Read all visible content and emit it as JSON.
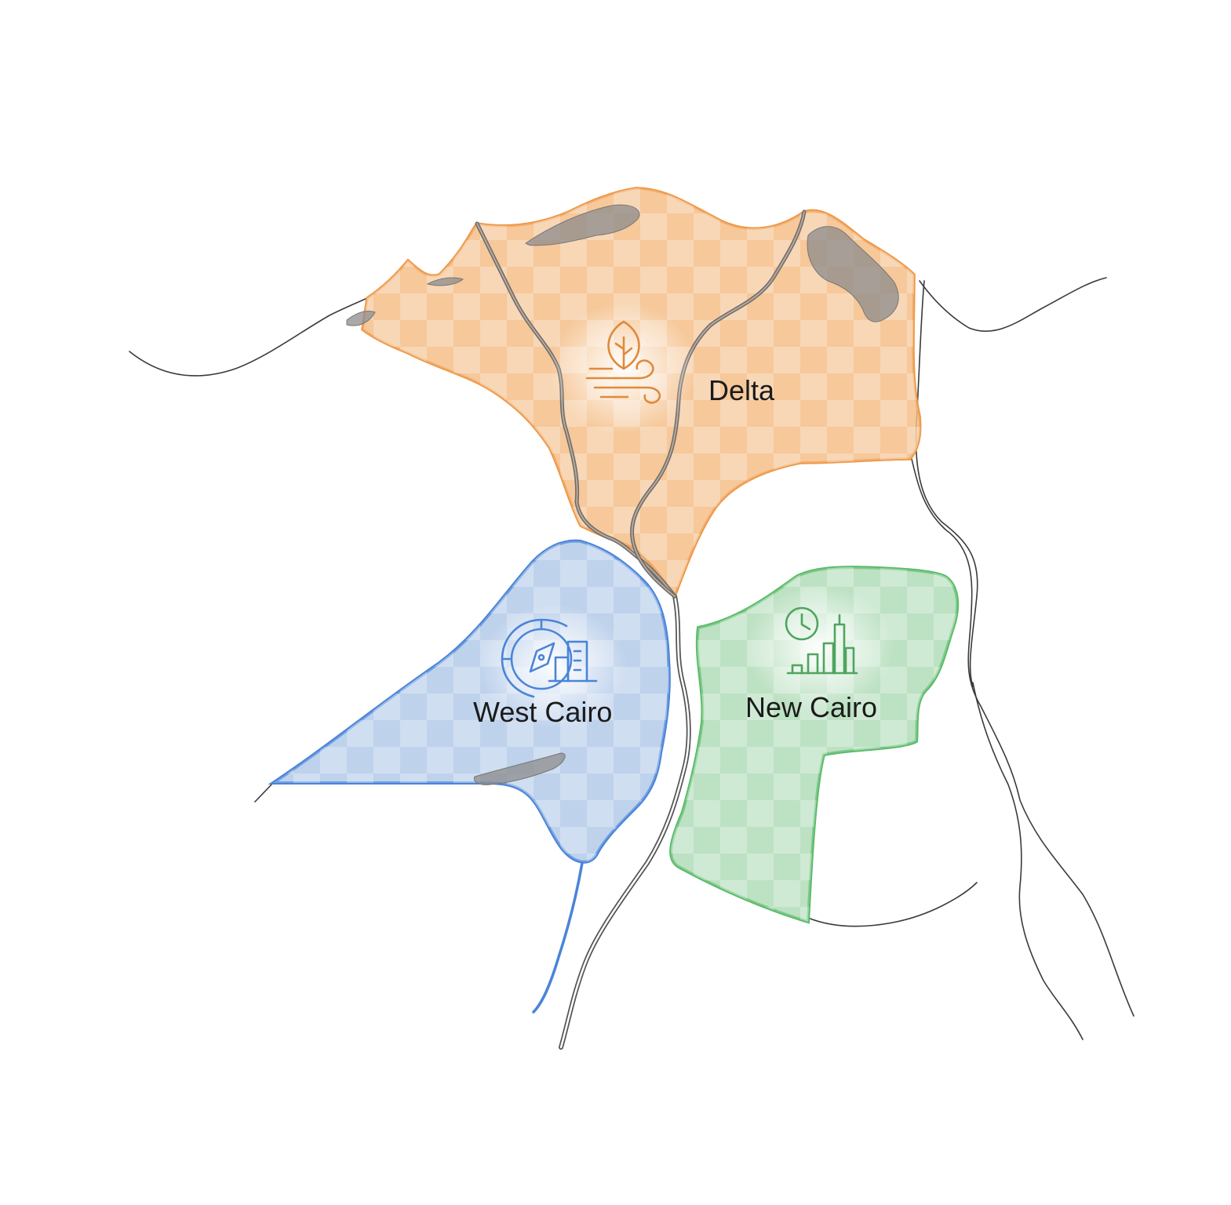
{
  "regions": [
    {
      "id": "delta",
      "label": "Delta",
      "icon": "leaf-wind-icon",
      "color": "#f0a45a",
      "stroke": "#ee9745"
    },
    {
      "id": "west-cairo",
      "label": "West Cairo",
      "icon": "compass-building-icon",
      "color": "#7fa6da",
      "stroke": "#4a84d8"
    },
    {
      "id": "new-cairo",
      "label": "New Cairo",
      "icon": "clock-chart-icon",
      "color": "#7cc489",
      "stroke": "#5dbb6c"
    }
  ],
  "colors": {
    "checker_light": "#ffffff",
    "coastline": "#3b3b3b",
    "river": "#555555",
    "lake": "#8c8c8c"
  }
}
